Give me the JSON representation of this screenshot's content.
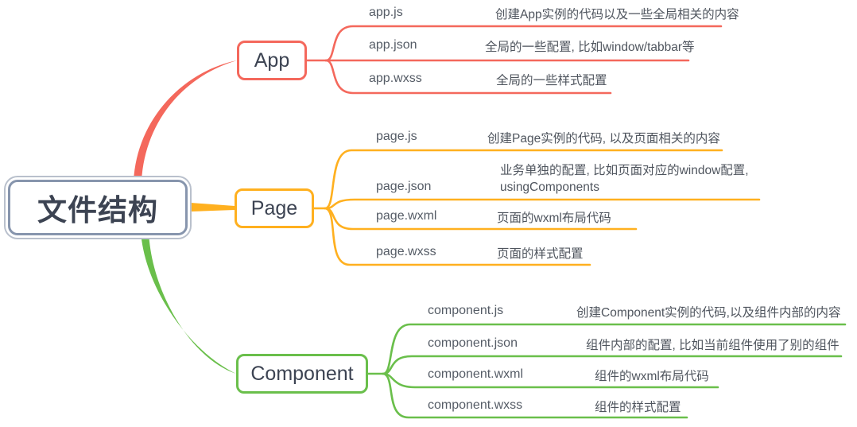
{
  "diagram": {
    "title": "文件结构",
    "type": "mindmap",
    "background": "#ffffff",
    "root": {
      "label": "文件结构",
      "border_color": "#8795ad",
      "outer_ring_color": "#b9c0cc",
      "text_color": "#3c4352"
    },
    "branches": [
      {
        "id": "app",
        "label": "App",
        "color": "#f4685c",
        "children": [
          {
            "key": "app.js",
            "desc": "创建App实例的代码以及一些全局相关的内容"
          },
          {
            "key": "app.json",
            "desc": "全局的一些配置, 比如window/tabbar等"
          },
          {
            "key": "app.wxss",
            "desc": "全局的一些样式配置"
          }
        ]
      },
      {
        "id": "page",
        "label": "Page",
        "color": "#ffb01f",
        "children": [
          {
            "key": "page.js",
            "desc": "创建Page实例的代码, 以及页面相关的内容"
          },
          {
            "key": "page.json",
            "desc": "业务单独的配置, 比如页面对应的window配置,\nusingComponents"
          },
          {
            "key": "page.wxml",
            "desc": "页面的wxml布局代码"
          },
          {
            "key": "page.wxss",
            "desc": "页面的样式配置"
          }
        ]
      },
      {
        "id": "component",
        "label": "Component",
        "color": "#6abf4b",
        "children": [
          {
            "key": "component.js",
            "desc": "创建Component实例的代码,以及组件内部的内容"
          },
          {
            "key": "component.json",
            "desc": "组件内部的配置, 比如当前组件使用了别的组件"
          },
          {
            "key": "component.wxml",
            "desc": "组件的wxml布局代码"
          },
          {
            "key": "component.wxss",
            "desc": "组件的样式配置"
          }
        ]
      }
    ]
  }
}
